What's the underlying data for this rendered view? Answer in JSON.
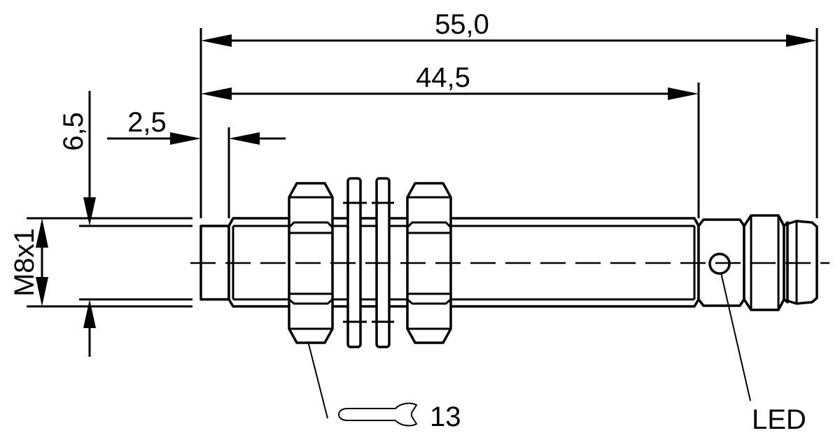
{
  "dimensions": {
    "overall_length": "55,0",
    "thread_length": "44,5",
    "tip_length": "2,5",
    "cable_offset": "6,5",
    "thread": "M8x1"
  },
  "labels": {
    "wrench_size": "13",
    "led": "LED"
  },
  "icons": {
    "wrench": "wrench-icon"
  },
  "colors": {
    "line": "#000000",
    "background": "#ffffff"
  }
}
